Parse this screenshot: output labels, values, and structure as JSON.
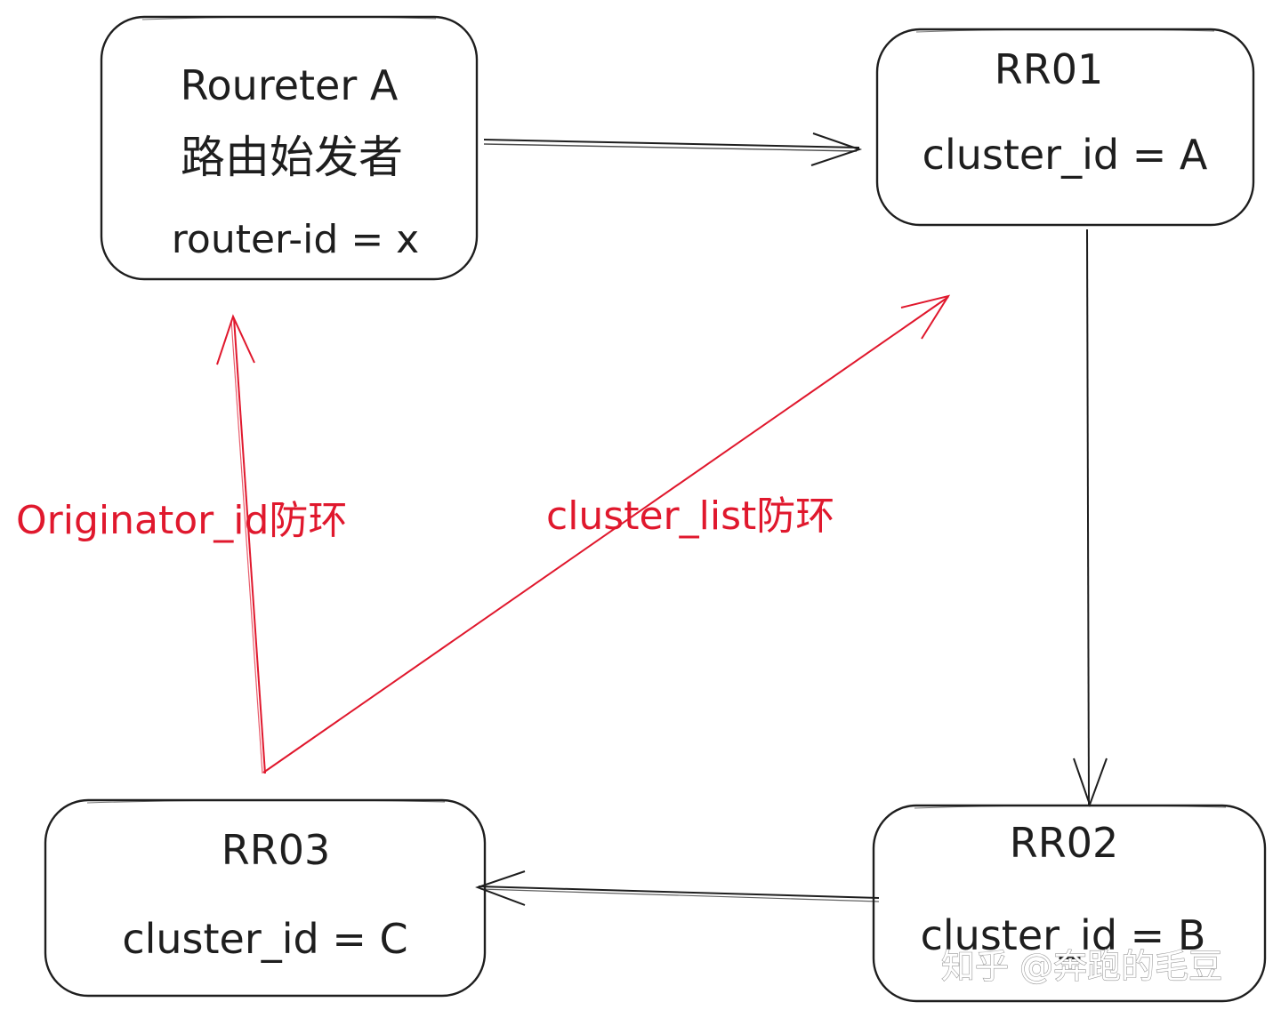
{
  "nodes": {
    "router_a": {
      "title": "Roureter A",
      "subtitle": "路由始发者",
      "detail": "router-id = x"
    },
    "rr01": {
      "title": "RR01",
      "detail": "cluster_id = A"
    },
    "rr02": {
      "title": "RR02",
      "detail": "cluster_id = B"
    },
    "rr03": {
      "title": "RR03",
      "detail": "cluster_id = C"
    }
  },
  "edges": [
    {
      "from": "router_a",
      "to": "rr01"
    },
    {
      "from": "rr01",
      "to": "rr02"
    },
    {
      "from": "rr02",
      "to": "rr03"
    },
    {
      "from": "rr03",
      "to": "router_a",
      "label": "Originator_id防环"
    },
    {
      "from": "rr03",
      "to": "rr01",
      "label": "cluster_list防环"
    }
  ],
  "watermark": "知乎 @奔跑的毛豆",
  "colors": {
    "stroke": "#1e1e1e",
    "accent_red": "#e0182d"
  }
}
